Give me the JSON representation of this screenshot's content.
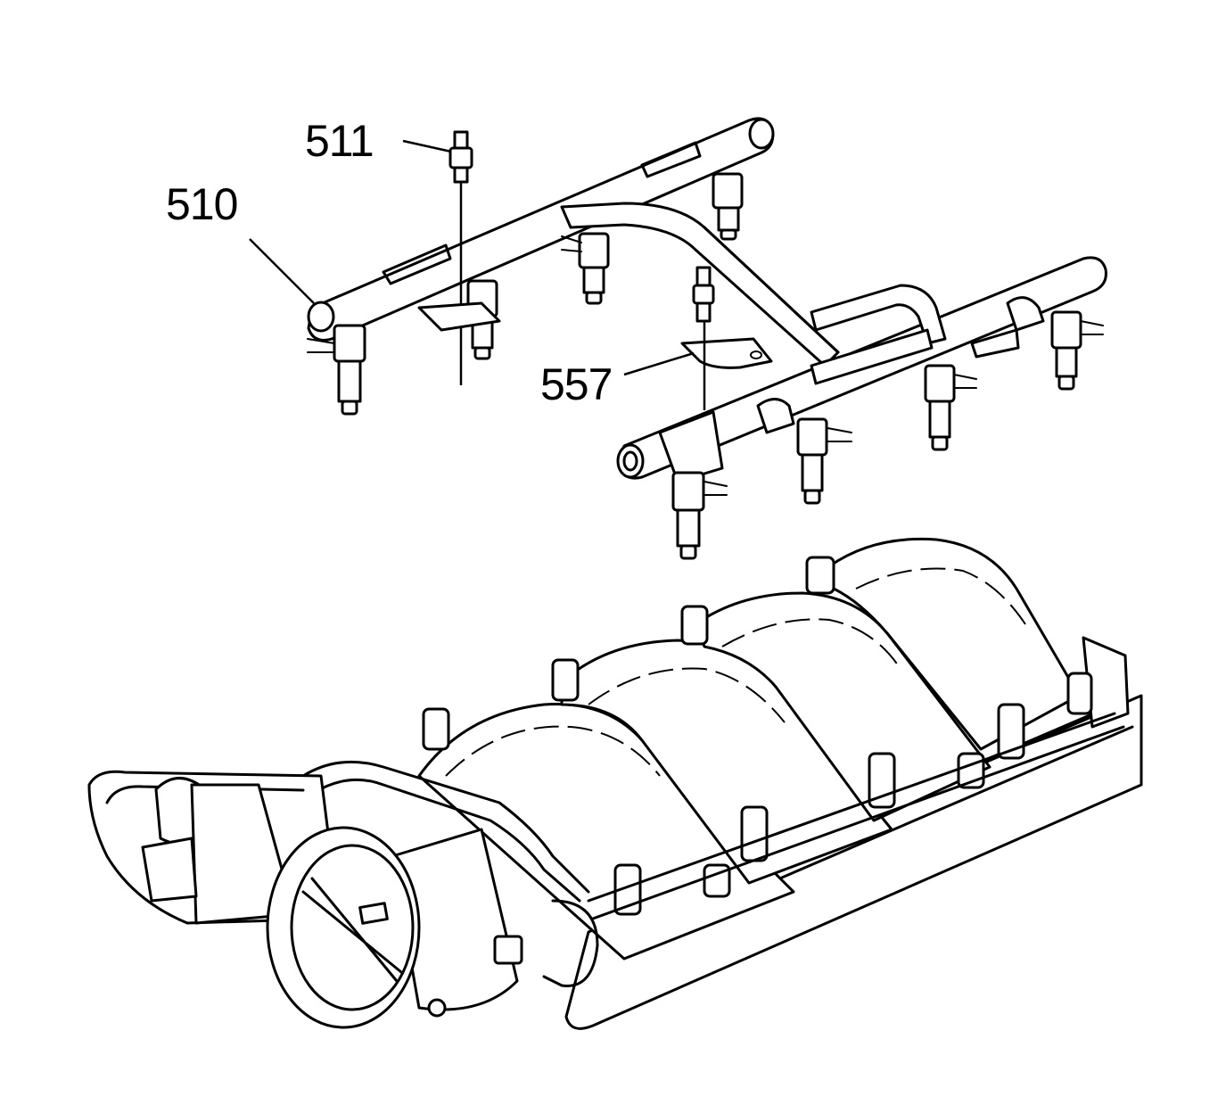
{
  "callouts": {
    "c510": "510",
    "c511": "511",
    "c557": "557"
  },
  "colors": {
    "line": "#000000",
    "background": "#ffffff"
  }
}
